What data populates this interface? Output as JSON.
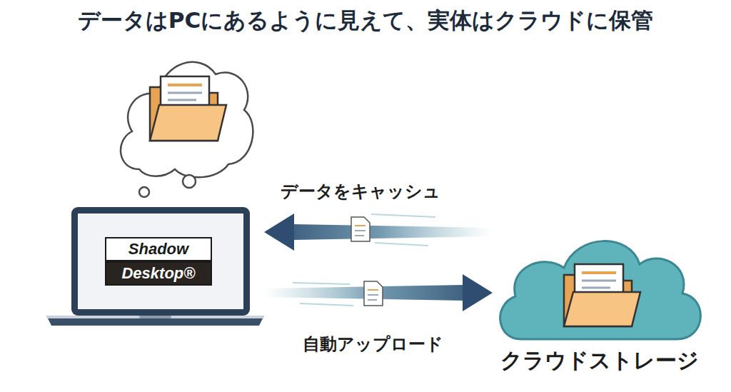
{
  "diagram": {
    "title": "データはPCにあるように見えて、実体はクラウドに保管",
    "nodes": [
      {
        "text": [
          "Shadow",
          "Desktop®"
        ]
      },
      {
        "text": [
          "クラウドストレージ"
        ]
      }
    ],
    "edges": [
      {
        "from": 1,
        "to": 0,
        "label": "データをキャッシュ",
        "arrow": "to"
      },
      {
        "from": 0,
        "to": 1,
        "label": "自動アップロード",
        "arrow": "to"
      }
    ]
  }
}
